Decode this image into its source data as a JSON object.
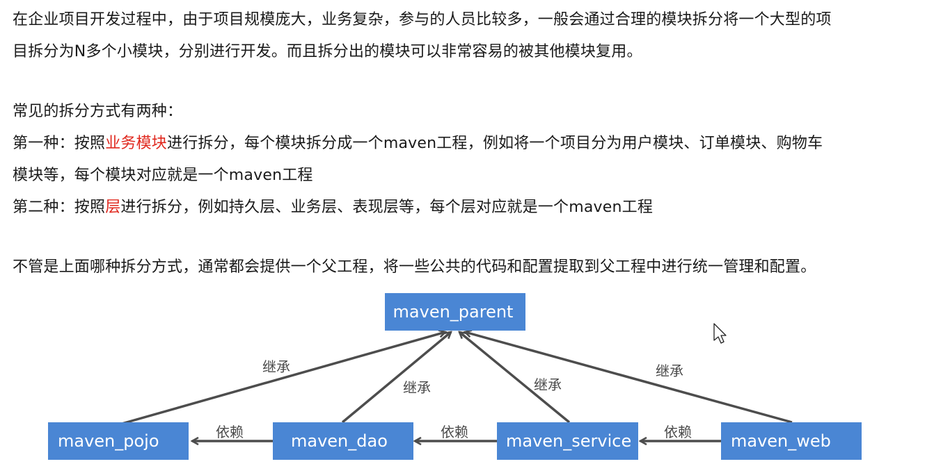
{
  "intro": {
    "line1": "在企业项目开发过程中，由于项目规模庞大，业务复杂，参与的人员比较多，一般会通过合理的模块拆分将一个大型的项",
    "line2": "目拆分为N多个小模块，分别进行开发。而且拆分出的模块可以非常容易的被其他模块复用。"
  },
  "methods": {
    "heading": "常见的拆分方式有两种：",
    "first": {
      "prefix": "第一种：按照",
      "highlight": "业务模块",
      "suffix": "进行拆分，每个模块拆分成一个maven工程，例如将一个项目分为用户模块、订单模块、购物车",
      "line2": "模块等，每个模块对应就是一个maven工程"
    },
    "second": {
      "prefix": "第二种：按照",
      "highlight": "层",
      "suffix": "进行拆分，例如持久层、业务层、表现层等，每个层对应就是一个maven工程"
    }
  },
  "summary": "不管是上面哪种拆分方式，通常都会提供一个父工程，将一些公共的代码和配置提取到父工程中进行统一管理和配置。",
  "diagram": {
    "colors": {
      "node_fill": "#4a86d4",
      "arrow": "#4d4d4d",
      "highlight_text": "#e0281e"
    },
    "nodes": {
      "parent": "maven_parent",
      "pojo": "maven_pojo",
      "dao": "maven_dao",
      "service": "maven_service",
      "web": "maven_web"
    },
    "edge_labels": {
      "inherit": "继承",
      "depend": "依赖"
    }
  }
}
